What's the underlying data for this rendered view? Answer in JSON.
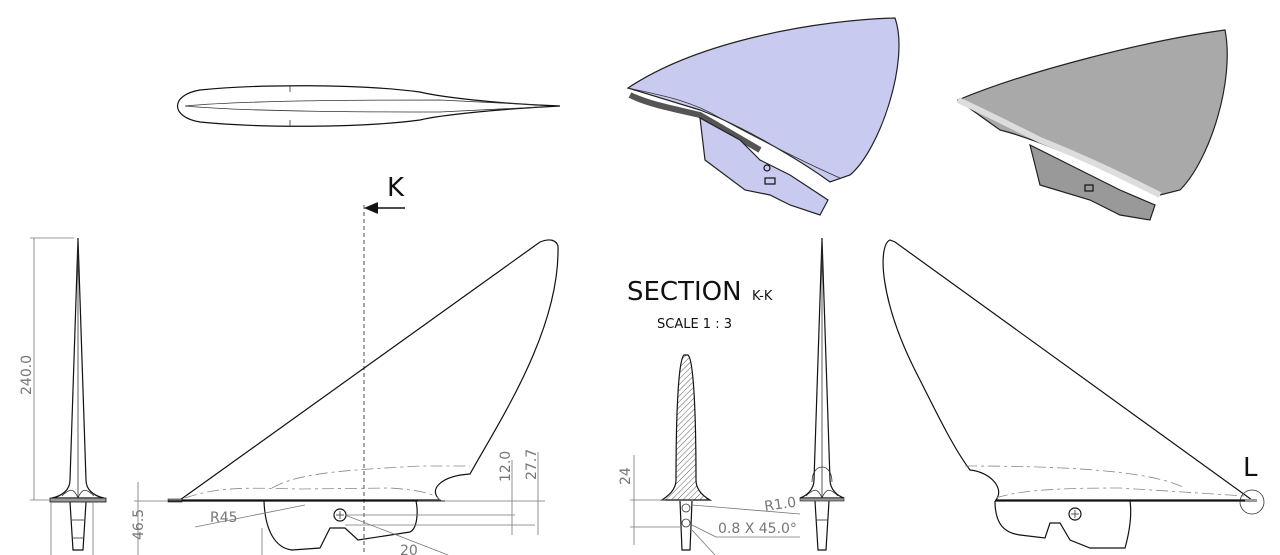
{
  "section_arrow_label": "K",
  "detail_label": "L",
  "section_view": {
    "title": "SECTION",
    "id": "K-K",
    "scale": "SCALE 1 : 3"
  },
  "dimensions": {
    "height": "240.0",
    "base_depth": "46.5",
    "radius_base": "R45",
    "dim_12": "12.0",
    "dim_27": "27.7",
    "dim_20": "20",
    "section_24": "24",
    "fillet": "R1.0",
    "chamfer": "0.8 X 45.0°"
  },
  "colors": {
    "shaded_3d": "#c8caef",
    "gray_3d": "#a9a9a9"
  }
}
